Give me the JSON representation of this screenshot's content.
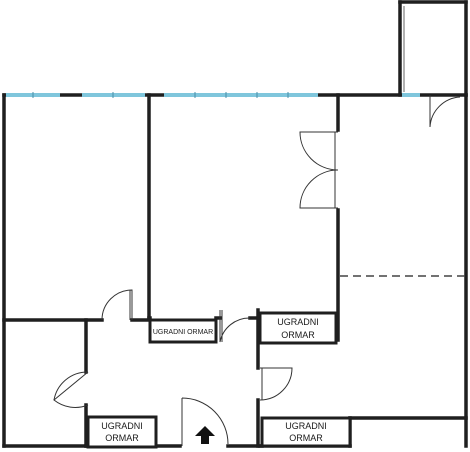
{
  "colors": {
    "wall": "#1f1f1f",
    "window": "#7fc6dc",
    "door_arc": "#333333",
    "background": "#ffffff"
  },
  "labels": {
    "wardrobe_center": "UGRADNI ORMAR",
    "wardrobe_right_top": [
      "UGRADNI",
      "ORMAR"
    ],
    "wardrobe_left_bottom": [
      "UGRADNI",
      "ORMAR"
    ],
    "wardrobe_right_bottom": [
      "UGRADNI",
      "ORMAR"
    ]
  },
  "icons": {
    "entrance": "up-arrow-icon"
  }
}
